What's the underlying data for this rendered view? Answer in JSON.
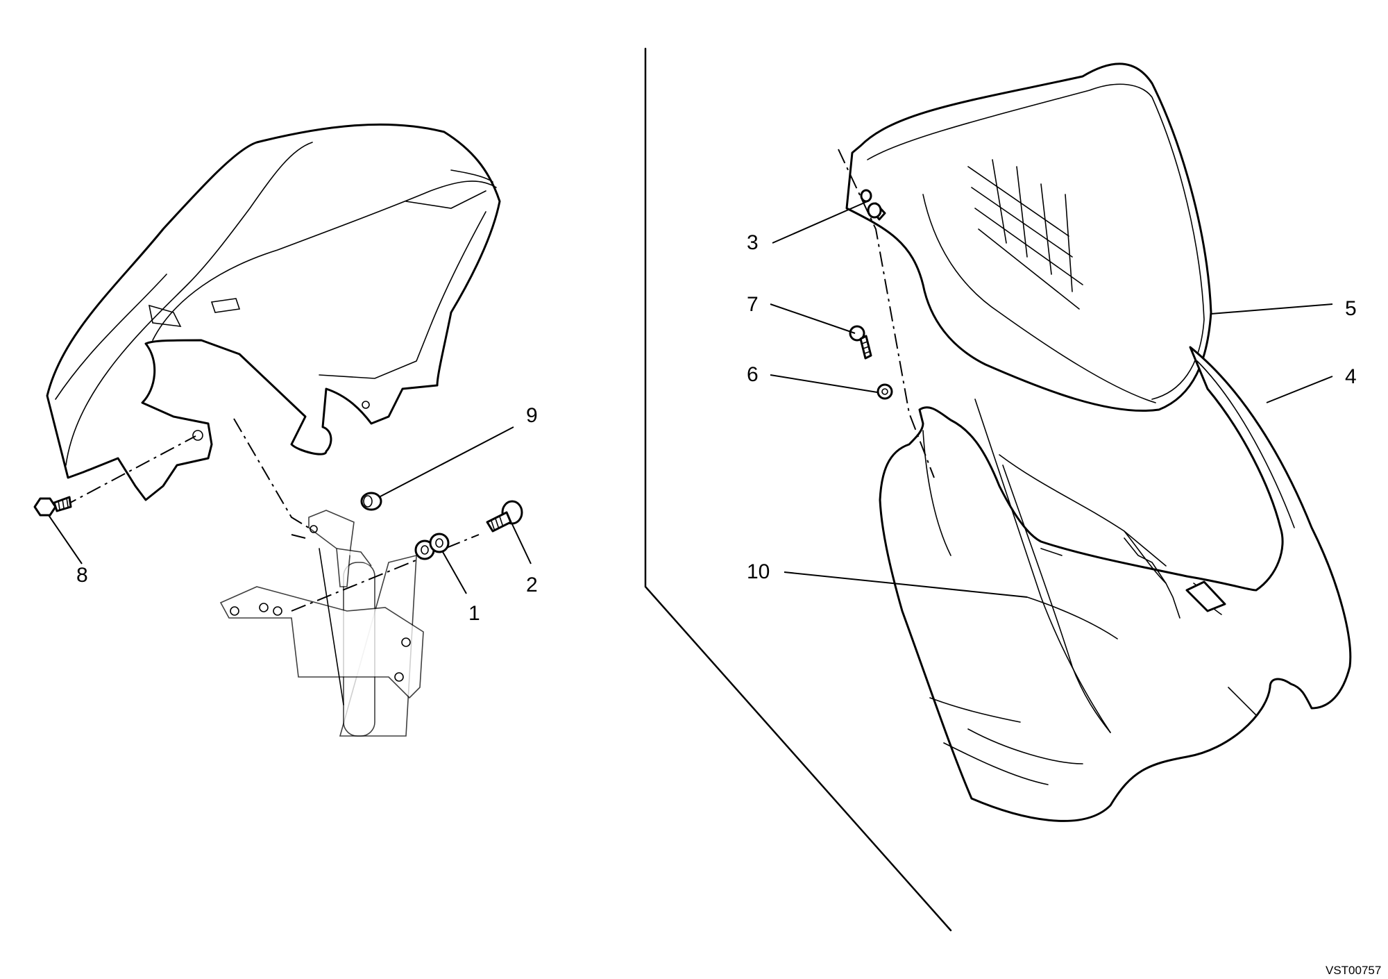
{
  "callouts": {
    "c1": "1",
    "c2": "2",
    "c3": "3",
    "c4": "4",
    "c5": "5",
    "c6": "6",
    "c7": "7",
    "c8": "8",
    "c9": "9",
    "c10": "10"
  },
  "drawing_code": "VST00757",
  "icons": {
    "left_assembly": "headlight-fairing-icon",
    "right_assembly": "windscreen-fairing-icon"
  }
}
